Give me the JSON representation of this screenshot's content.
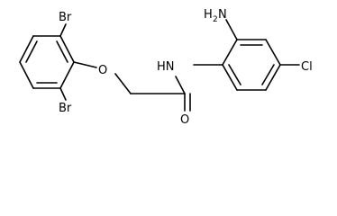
{
  "molecule": {
    "atoms": {
      "br_top": "Br",
      "br_bottom": "Br",
      "o_ether": "O",
      "nh": "HN",
      "o_carbonyl": "O",
      "nh2_main": "H",
      "nh2_sub": "2",
      "nh2_n": "N",
      "cl": "Cl"
    }
  }
}
